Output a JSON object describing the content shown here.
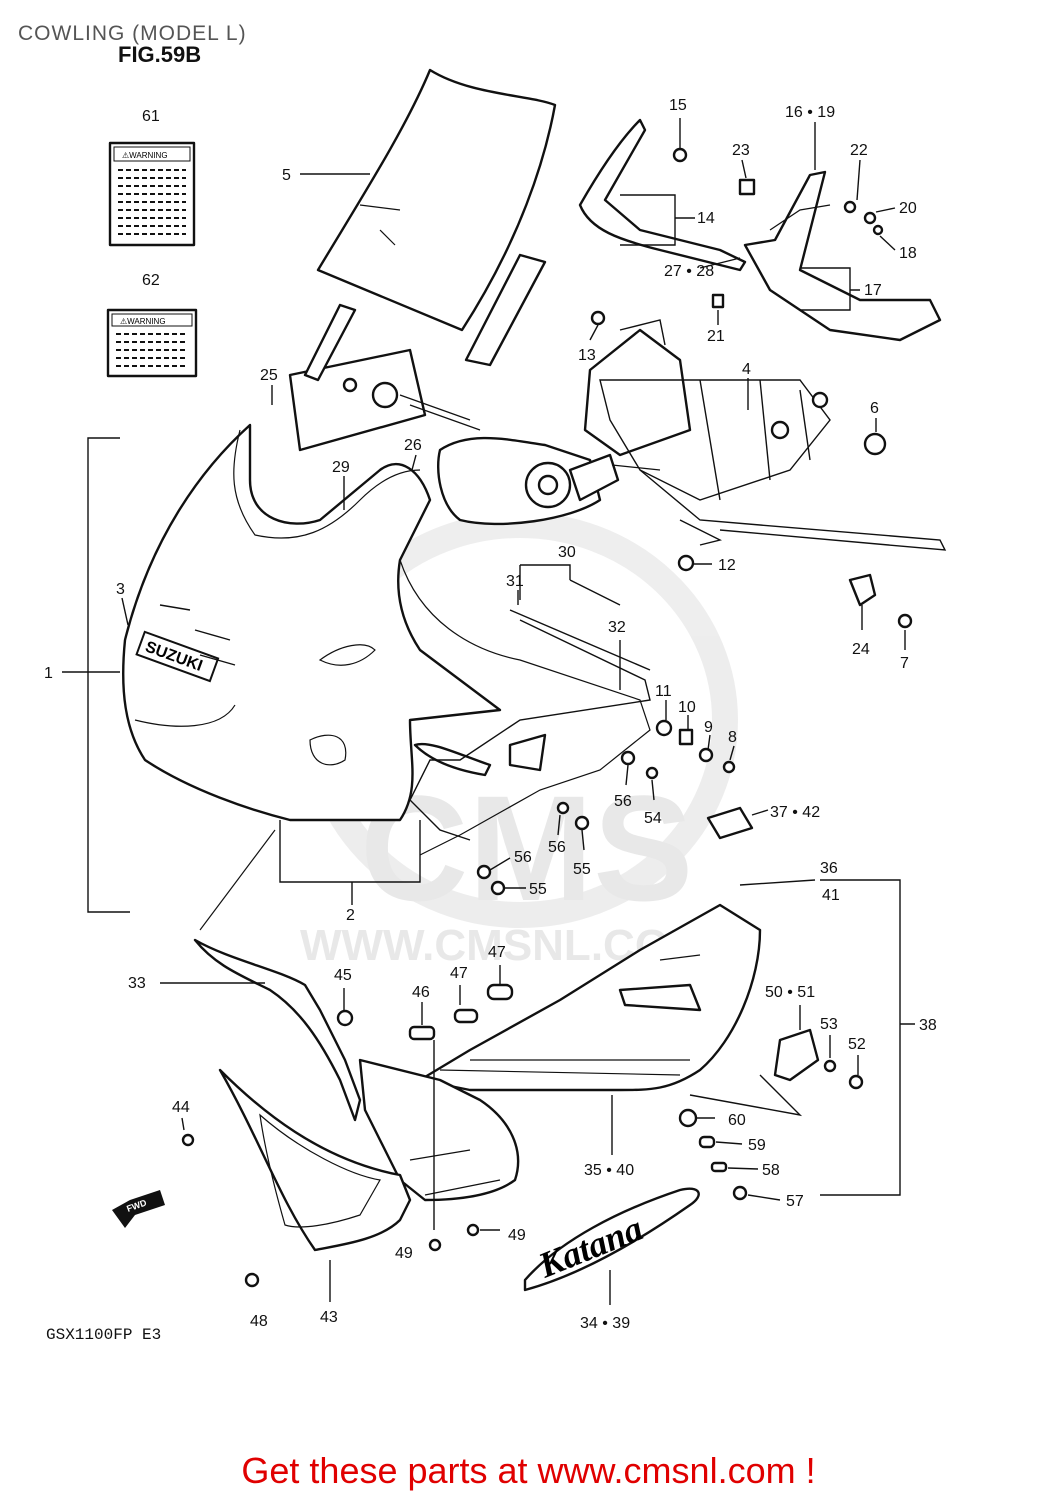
{
  "header": {
    "title": "COWLING (MODEL L)",
    "figure": "FIG.59B"
  },
  "model_code": "GSX1100FP  E3",
  "cta": "Get these parts at www.cmsnl.com !",
  "watermark": {
    "logo_text": "CMS",
    "url_text": "WWW.CMSNL.COM"
  },
  "labels_on_parts": {
    "warning": "⚠WARNING",
    "brand": "SUZUKI",
    "emblem": "Katana",
    "fwd": "FWD"
  },
  "callouts": [
    {
      "id": "c61",
      "text": "61"
    },
    {
      "id": "c62",
      "text": "62"
    },
    {
      "id": "c5",
      "text": "5"
    },
    {
      "id": "c15",
      "text": "15"
    },
    {
      "id": "c16",
      "text": "16 • 19"
    },
    {
      "id": "c23",
      "text": "23"
    },
    {
      "id": "c22",
      "text": "22"
    },
    {
      "id": "c20",
      "text": "20"
    },
    {
      "id": "c18",
      "text": "18"
    },
    {
      "id": "c14",
      "text": "14"
    },
    {
      "id": "c27",
      "text": "27 • 28"
    },
    {
      "id": "c17",
      "text": "17"
    },
    {
      "id": "c13",
      "text": "13"
    },
    {
      "id": "c21",
      "text": "21"
    },
    {
      "id": "c4",
      "text": "4"
    },
    {
      "id": "c6",
      "text": "6"
    },
    {
      "id": "c25",
      "text": "25"
    },
    {
      "id": "c26",
      "text": "26"
    },
    {
      "id": "c29",
      "text": "29"
    },
    {
      "id": "c12",
      "text": "12"
    },
    {
      "id": "c30",
      "text": "30"
    },
    {
      "id": "c31",
      "text": "31"
    },
    {
      "id": "c32",
      "text": "32"
    },
    {
      "id": "c3",
      "text": "3"
    },
    {
      "id": "c1",
      "text": "1"
    },
    {
      "id": "c24",
      "text": "24"
    },
    {
      "id": "c7",
      "text": "7"
    },
    {
      "id": "c11",
      "text": "11"
    },
    {
      "id": "c10",
      "text": "10"
    },
    {
      "id": "c9",
      "text": "9"
    },
    {
      "id": "c8",
      "text": "8"
    },
    {
      "id": "c56a",
      "text": "56"
    },
    {
      "id": "c54",
      "text": "54"
    },
    {
      "id": "c37",
      "text": "37 • 42"
    },
    {
      "id": "c56b",
      "text": "56"
    },
    {
      "id": "c55a",
      "text": "55"
    },
    {
      "id": "c56c",
      "text": "56"
    },
    {
      "id": "c55b",
      "text": "55"
    },
    {
      "id": "c2",
      "text": "2"
    },
    {
      "id": "c36",
      "text": "36"
    },
    {
      "id": "c41",
      "text": "41"
    },
    {
      "id": "c33",
      "text": "33"
    },
    {
      "id": "c47a",
      "text": "47"
    },
    {
      "id": "c45",
      "text": "45"
    },
    {
      "id": "c47b",
      "text": "47"
    },
    {
      "id": "c46",
      "text": "46"
    },
    {
      "id": "c50",
      "text": "50 • 51"
    },
    {
      "id": "c53",
      "text": "53"
    },
    {
      "id": "c52",
      "text": "52"
    },
    {
      "id": "c38",
      "text": "38"
    },
    {
      "id": "c44",
      "text": "44"
    },
    {
      "id": "c60",
      "text": "60"
    },
    {
      "id": "c59",
      "text": "59"
    },
    {
      "id": "c58",
      "text": "58"
    },
    {
      "id": "c35",
      "text": "35 • 40"
    },
    {
      "id": "c57",
      "text": "57"
    },
    {
      "id": "c49a",
      "text": "49"
    },
    {
      "id": "c49b",
      "text": "49"
    },
    {
      "id": "c48",
      "text": "48"
    },
    {
      "id": "c43",
      "text": "43"
    },
    {
      "id": "c34",
      "text": "34 • 39"
    }
  ]
}
